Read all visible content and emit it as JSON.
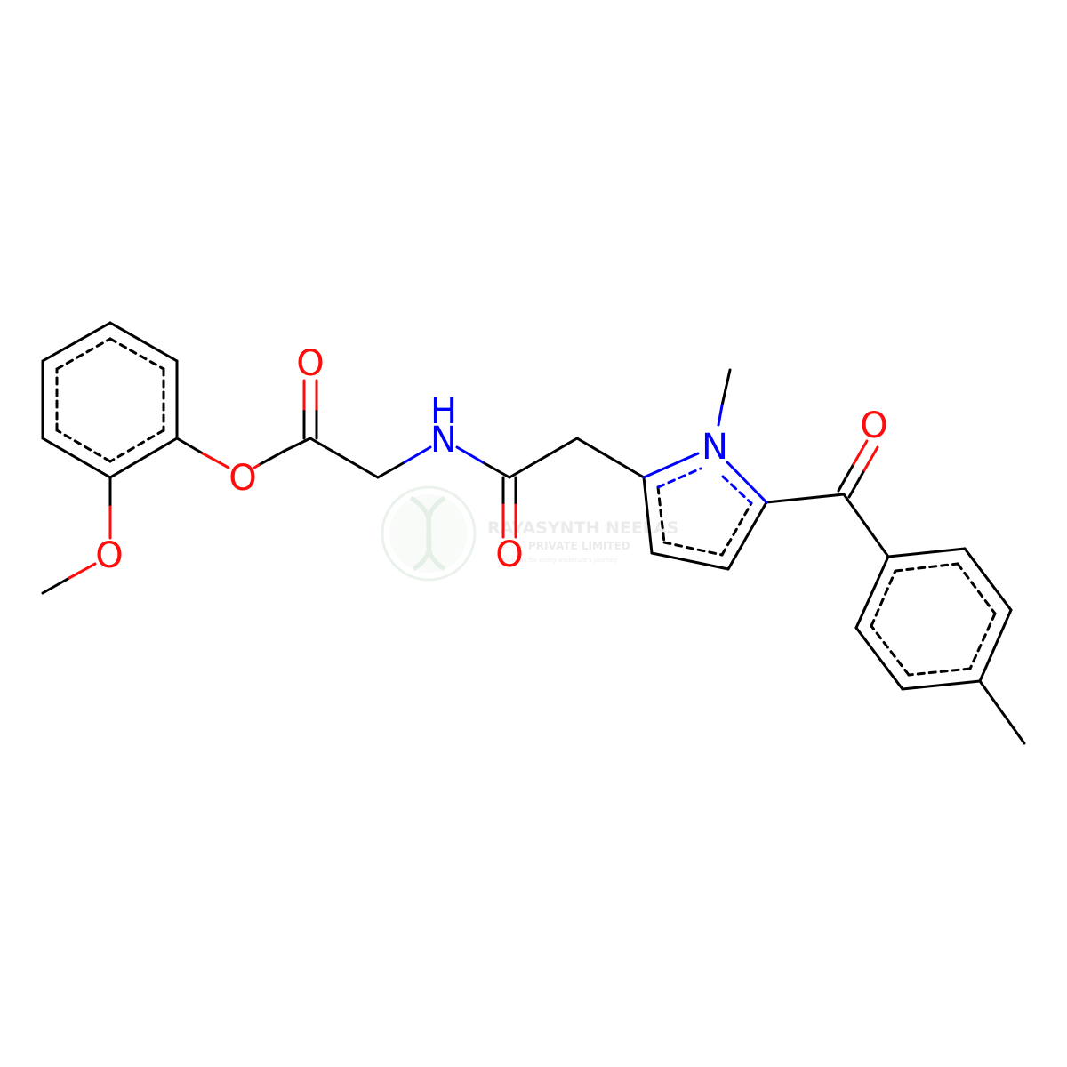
{
  "colors": {
    "background": "#ffffff",
    "bond": "#000000",
    "oxygen": "#ff0d0d",
    "nitrogen": "#0000ff",
    "watermark": "#d9e8dc",
    "watermark_text": "#dcdcdc"
  },
  "atom_labels": {
    "o_methoxy": "O",
    "o_ester": "O",
    "o_ester_carbonyl": "O",
    "nh_n": "N",
    "nh_h": "H",
    "o_amide": "O",
    "n_pyrrole": "N",
    "o_ketone": "O"
  },
  "watermark": {
    "logo": "Rayasynth Neelas logo",
    "title": "RAYASYNTH NEELAS",
    "subtitle": "PRIVATE LIMITED",
    "tagline": "Solutions for every molecule's journey"
  }
}
